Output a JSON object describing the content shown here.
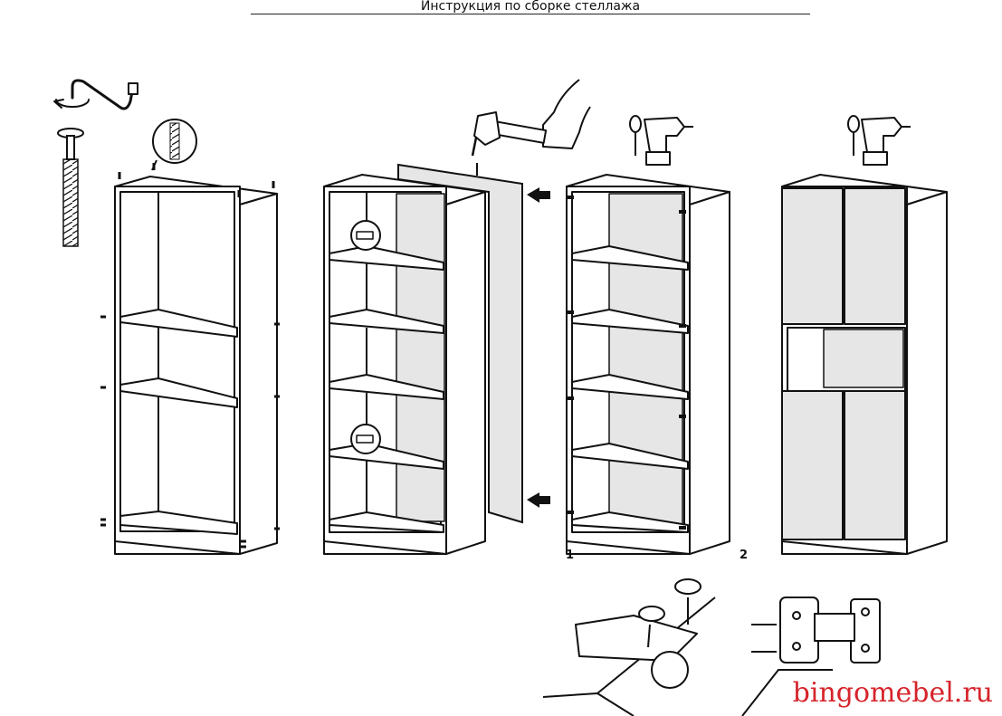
{
  "header": {
    "title": "Инструкция по сборке стеллажа"
  },
  "steps": {
    "step_1": "1",
    "step_2": "2"
  },
  "watermark": {
    "text": "bingomebel.ru"
  },
  "colors": {
    "line": "#111111",
    "panel": "#e6e6e6",
    "accent": "#d6242b"
  },
  "icons": [
    "allen-key-icon",
    "confirmat-screw-icon",
    "hammer-icon",
    "nail-icon",
    "screwdriver-icon",
    "drill-icon",
    "arrow-icon",
    "hinge-icon"
  ]
}
